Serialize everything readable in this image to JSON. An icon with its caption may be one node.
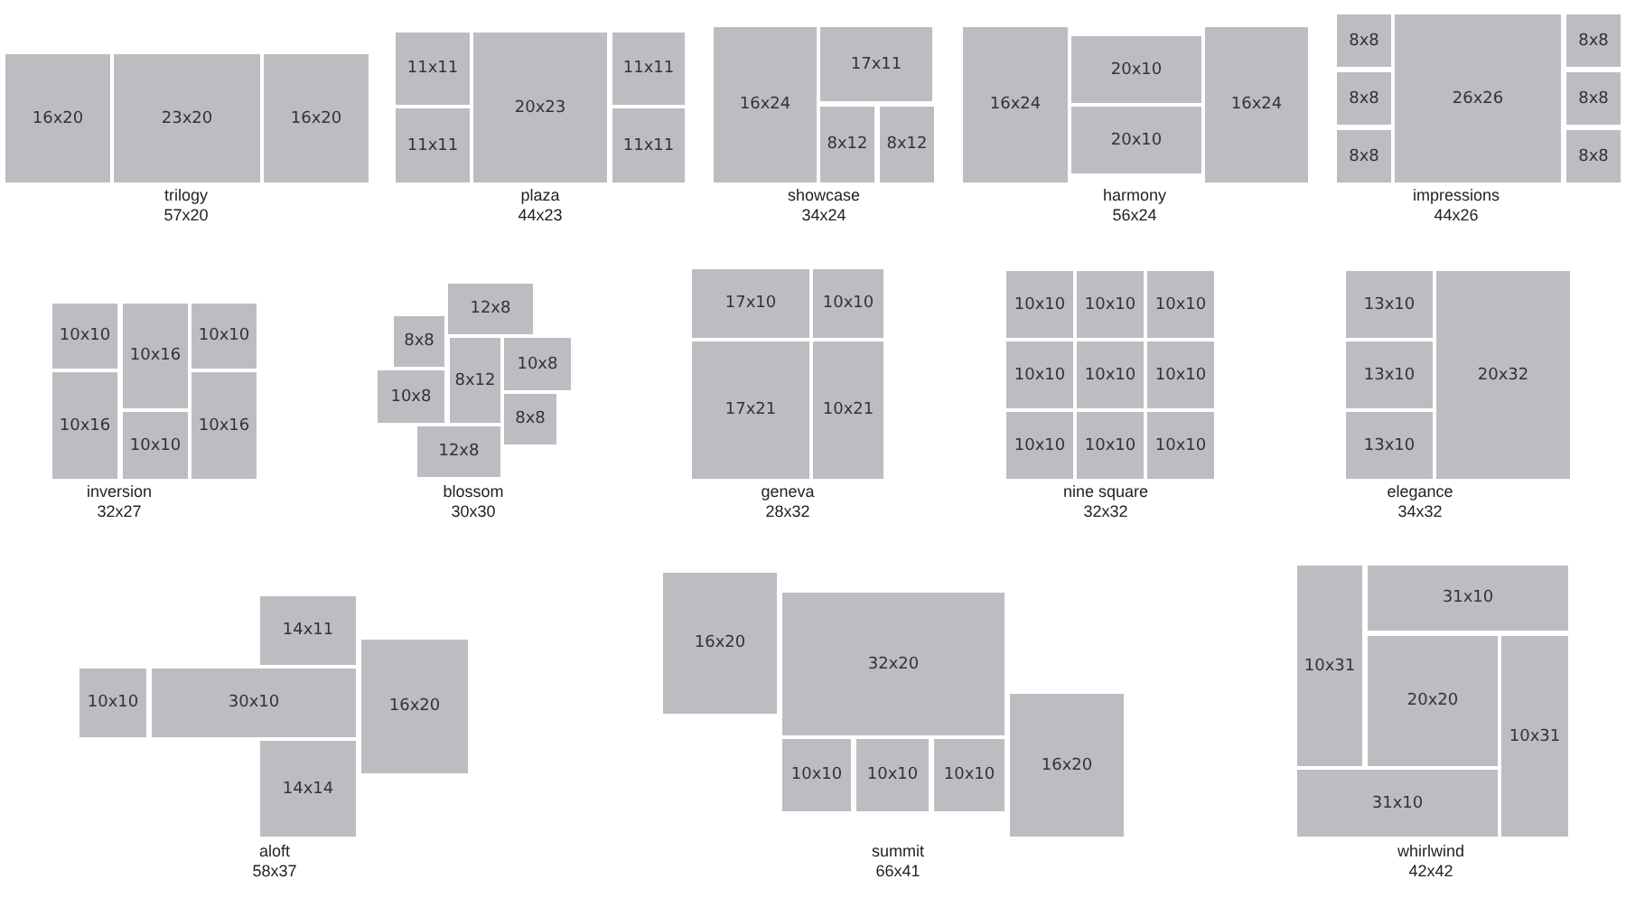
{
  "diagram": {
    "nodes": [
      {
        "text": [
          "16x20"
        ]
      },
      {
        "text": [
          "23x20"
        ]
      },
      {
        "text": [
          "16x20"
        ]
      },
      {
        "text": [
          "11x11"
        ]
      },
      {
        "text": [
          "11x11"
        ]
      },
      {
        "text": [
          "20x23"
        ]
      },
      {
        "text": [
          "11x11"
        ]
      },
      {
        "text": [
          "11x11"
        ]
      },
      {
        "text": [
          "16x24"
        ]
      },
      {
        "text": [
          "17x11"
        ]
      },
      {
        "text": [
          "8x12"
        ]
      },
      {
        "text": [
          "8x12"
        ]
      },
      {
        "text": [
          "16x24"
        ]
      },
      {
        "text": [
          "20x10"
        ]
      },
      {
        "text": [
          "20x10"
        ]
      },
      {
        "text": [
          "16x24"
        ]
      },
      {
        "text": [
          "8x8"
        ]
      },
      {
        "text": [
          "8x8"
        ]
      },
      {
        "text": [
          "8x8"
        ]
      },
      {
        "text": [
          "26x26"
        ]
      },
      {
        "text": [
          "8x8"
        ]
      },
      {
        "text": [
          "8x8"
        ]
      },
      {
        "text": [
          "8x8"
        ]
      },
      {
        "text": [
          "10x10"
        ]
      },
      {
        "text": [
          "10x16"
        ]
      },
      {
        "text": [
          "10x16"
        ]
      },
      {
        "text": [
          "10x10"
        ]
      },
      {
        "text": [
          "10x10"
        ]
      },
      {
        "text": [
          "10x16"
        ]
      },
      {
        "text": [
          "12x8"
        ]
      },
      {
        "text": [
          "8x8"
        ]
      },
      {
        "text": [
          "8x12"
        ]
      },
      {
        "text": [
          "10x8"
        ]
      },
      {
        "text": [
          "10x8"
        ]
      },
      {
        "text": [
          "8x8"
        ]
      },
      {
        "text": [
          "12x8"
        ]
      },
      {
        "text": [
          "17x10"
        ]
      },
      {
        "text": [
          "17x21"
        ]
      },
      {
        "text": [
          "10x10"
        ]
      },
      {
        "text": [
          "10x21"
        ]
      },
      {
        "text": [
          "10x10"
        ]
      },
      {
        "text": [
          "10x10"
        ]
      },
      {
        "text": [
          "10x10"
        ]
      },
      {
        "text": [
          "10x10"
        ]
      },
      {
        "text": [
          "10x10"
        ]
      },
      {
        "text": [
          "10x10"
        ]
      },
      {
        "text": [
          "10x10"
        ]
      },
      {
        "text": [
          "10x10"
        ]
      },
      {
        "text": [
          "10x10"
        ]
      },
      {
        "text": [
          "13x10"
        ]
      },
      {
        "text": [
          "13x10"
        ]
      },
      {
        "text": [
          "13x10"
        ]
      },
      {
        "text": [
          "20x32"
        ]
      },
      {
        "text": [
          "14x11"
        ]
      },
      {
        "text": [
          "10x10"
        ]
      },
      {
        "text": [
          "30x10"
        ]
      },
      {
        "text": [
          "14x14"
        ]
      },
      {
        "text": [
          "16x20"
        ]
      },
      {
        "text": [
          "16x20"
        ]
      },
      {
        "text": [
          "32x20"
        ]
      },
      {
        "text": [
          "10x10"
        ]
      },
      {
        "text": [
          "10x10"
        ]
      },
      {
        "text": [
          "10x10"
        ]
      },
      {
        "text": [
          "16x20"
        ]
      },
      {
        "text": [
          "10x31"
        ]
      },
      {
        "text": [
          "31x10"
        ]
      },
      {
        "text": [
          "20x20"
        ]
      },
      {
        "text": [
          "10x31"
        ]
      },
      {
        "text": [
          "31x10"
        ]
      }
    ],
    "labels": [
      "trilogy",
      "57x20",
      "plaza",
      "44x23",
      "showcase",
      "34x24",
      "harmony",
      "56x24",
      "impressions",
      "44x26",
      "inversion",
      "32x27",
      "blossom",
      "30x30",
      "geneva",
      "28x32",
      "nine square",
      "32x32",
      "elegance",
      "34x32",
      "aloft",
      "58x37",
      "summit",
      "66x41",
      "whirlwind",
      "42x42"
    ]
  }
}
